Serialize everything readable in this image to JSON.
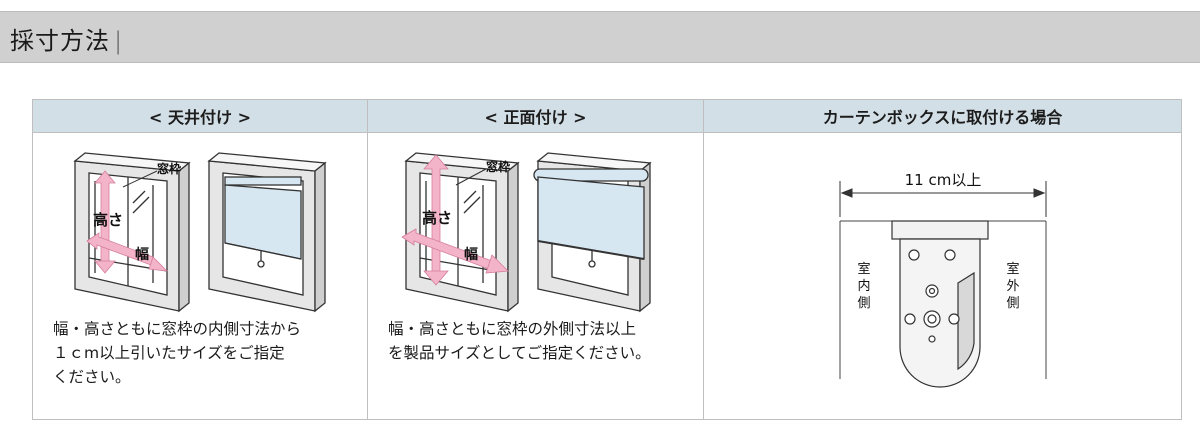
{
  "header": {
    "title": "採寸方法",
    "bar": "|"
  },
  "columns": [
    {
      "heading": "< 天井付け >",
      "labels": {
        "frame": "窓枠",
        "height": "高さ",
        "width": "幅"
      },
      "description": [
        "幅・高さともに窓枠の内側寸法から",
        "１ｃm以上引いたサイズをご指定",
        "ください。"
      ]
    },
    {
      "heading": "< 正面付け >",
      "labels": {
        "frame": "窓枠",
        "height": "高さ",
        "width": "幅"
      },
      "description": [
        "幅・高さともに窓枠の外側寸法以上",
        "を製品サイズとしてご指定ください。"
      ]
    },
    {
      "heading": "カーテンボックスに取付ける場合",
      "labels": {
        "dimension": "11 cm以上",
        "indoor": [
          "室",
          "内",
          "側"
        ],
        "outdoor": [
          "室",
          "外",
          "側"
        ]
      }
    }
  ],
  "colors": {
    "header_band": "#d0d0d0",
    "column_head": "#d3dfe6",
    "arrow": "#f3b3c8",
    "blind": "#d7e7f2"
  }
}
